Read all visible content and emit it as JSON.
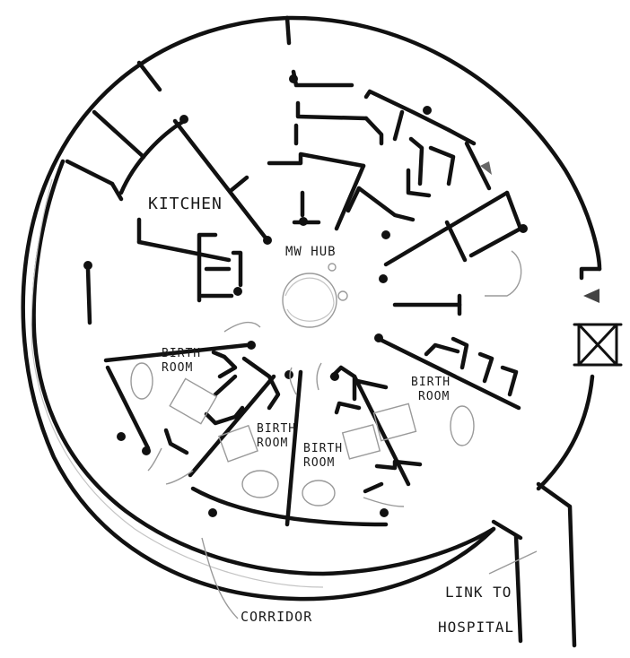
{
  "labels": {
    "kitchen": "KITCHEN",
    "mw_hub": "MW HUB",
    "birth_room_line1": "BIRTH",
    "birth_room_line2": "ROOM",
    "corridor": "CORRIDOR",
    "link_line1": "LINK TO",
    "link_line2": "HOSPITAL"
  },
  "colors": {
    "ink": "#111111",
    "pencil": "#9a9a9a",
    "paper": "#ffffff"
  }
}
